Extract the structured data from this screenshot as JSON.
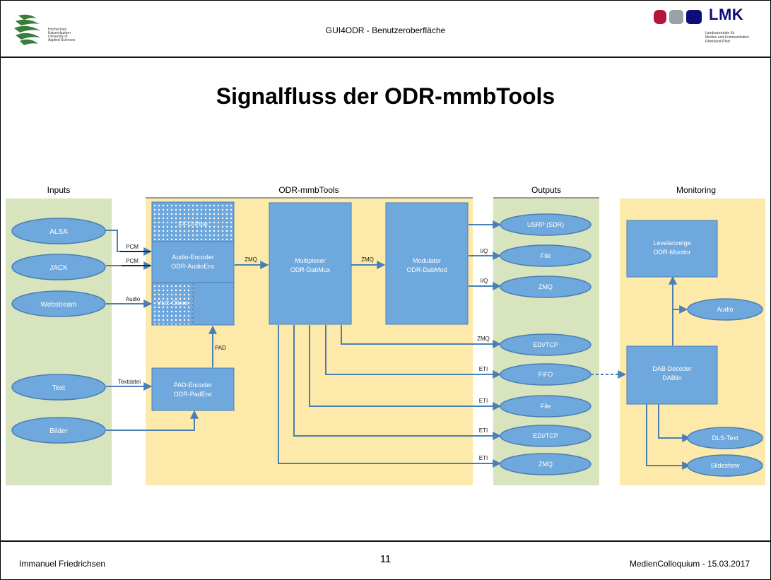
{
  "header": {
    "title": "GUI4ODR - Benutzeroberfläche",
    "hs_logo_text": [
      "Hochschule",
      "Kaiserslautern",
      "University of",
      "Applied Sciences"
    ],
    "lmk_word": "LMK",
    "lmk_sub": [
      "Landeszentrale für",
      "Medien und Kommunikation",
      "Rheinland-Pfalz"
    ]
  },
  "slide_title": "Signalfluss der ODR-mmbTools",
  "sections": {
    "inputs": "Inputs",
    "tools": "ODR-mmbTools",
    "outputs": "Outputs",
    "monitoring": "Monitoring"
  },
  "nodes": {
    "alsa": "ALSA",
    "jack": "JACK",
    "webstream": "Webstream",
    "text": "Text",
    "bilder": "Bilder",
    "fifo_box": "FIFO-Pipe",
    "audio_encoder": [
      "Audio-Encoder",
      "ODR-AudioEnc"
    ],
    "vlc": "VLC-Client",
    "pad_encoder": [
      "PAD-Encoder",
      "ODR-PadEnc"
    ],
    "multiplexer": [
      "Multiplexer",
      "ODR-DabMux"
    ],
    "modulator": [
      "Modulator",
      "ODR-DabMod"
    ],
    "usrp": "USRP (SDR)",
    "file": "File",
    "zmq_out": "ZMQ",
    "edi_tcp_top": "EDI/TCP",
    "fifo_out": "FIFO",
    "file_out": "File",
    "edi": "EDI/TCP",
    "zmq": "ZMQ",
    "level": [
      "Levelanzeige",
      "ODR-Monitor"
    ],
    "audio": "Audio",
    "dab_decoder": [
      "DAB-Decoder",
      "DABlin"
    ],
    "dls_text": "DLS-Text",
    "slideshow": "Slideshow"
  },
  "edges": {
    "pcm1": "PCM",
    "pcm2": "PCM",
    "audio": "Audio",
    "textdatei": "Textdatei",
    "pad": "PAD",
    "zmq1": "ZMQ",
    "zmq2": "ZMQ",
    "iq1": "I/Q",
    "iq2": "I/Q",
    "zmq_out": "ZMQ",
    "eti1": "ETI",
    "eti2": "ETI",
    "eti3": "ETI",
    "eti4": "ETI"
  },
  "colors": {
    "green_bg": "#d7e4bd",
    "yellow_bg": "#fde9a9",
    "box": "#6fa8dc",
    "box_border": "#4a7fb5",
    "arrow": "#4a7fb5"
  },
  "footer": {
    "author": "Immanuel Friedrichsen",
    "page": "11",
    "event": "MedienColloquium - 15.03.2017"
  }
}
